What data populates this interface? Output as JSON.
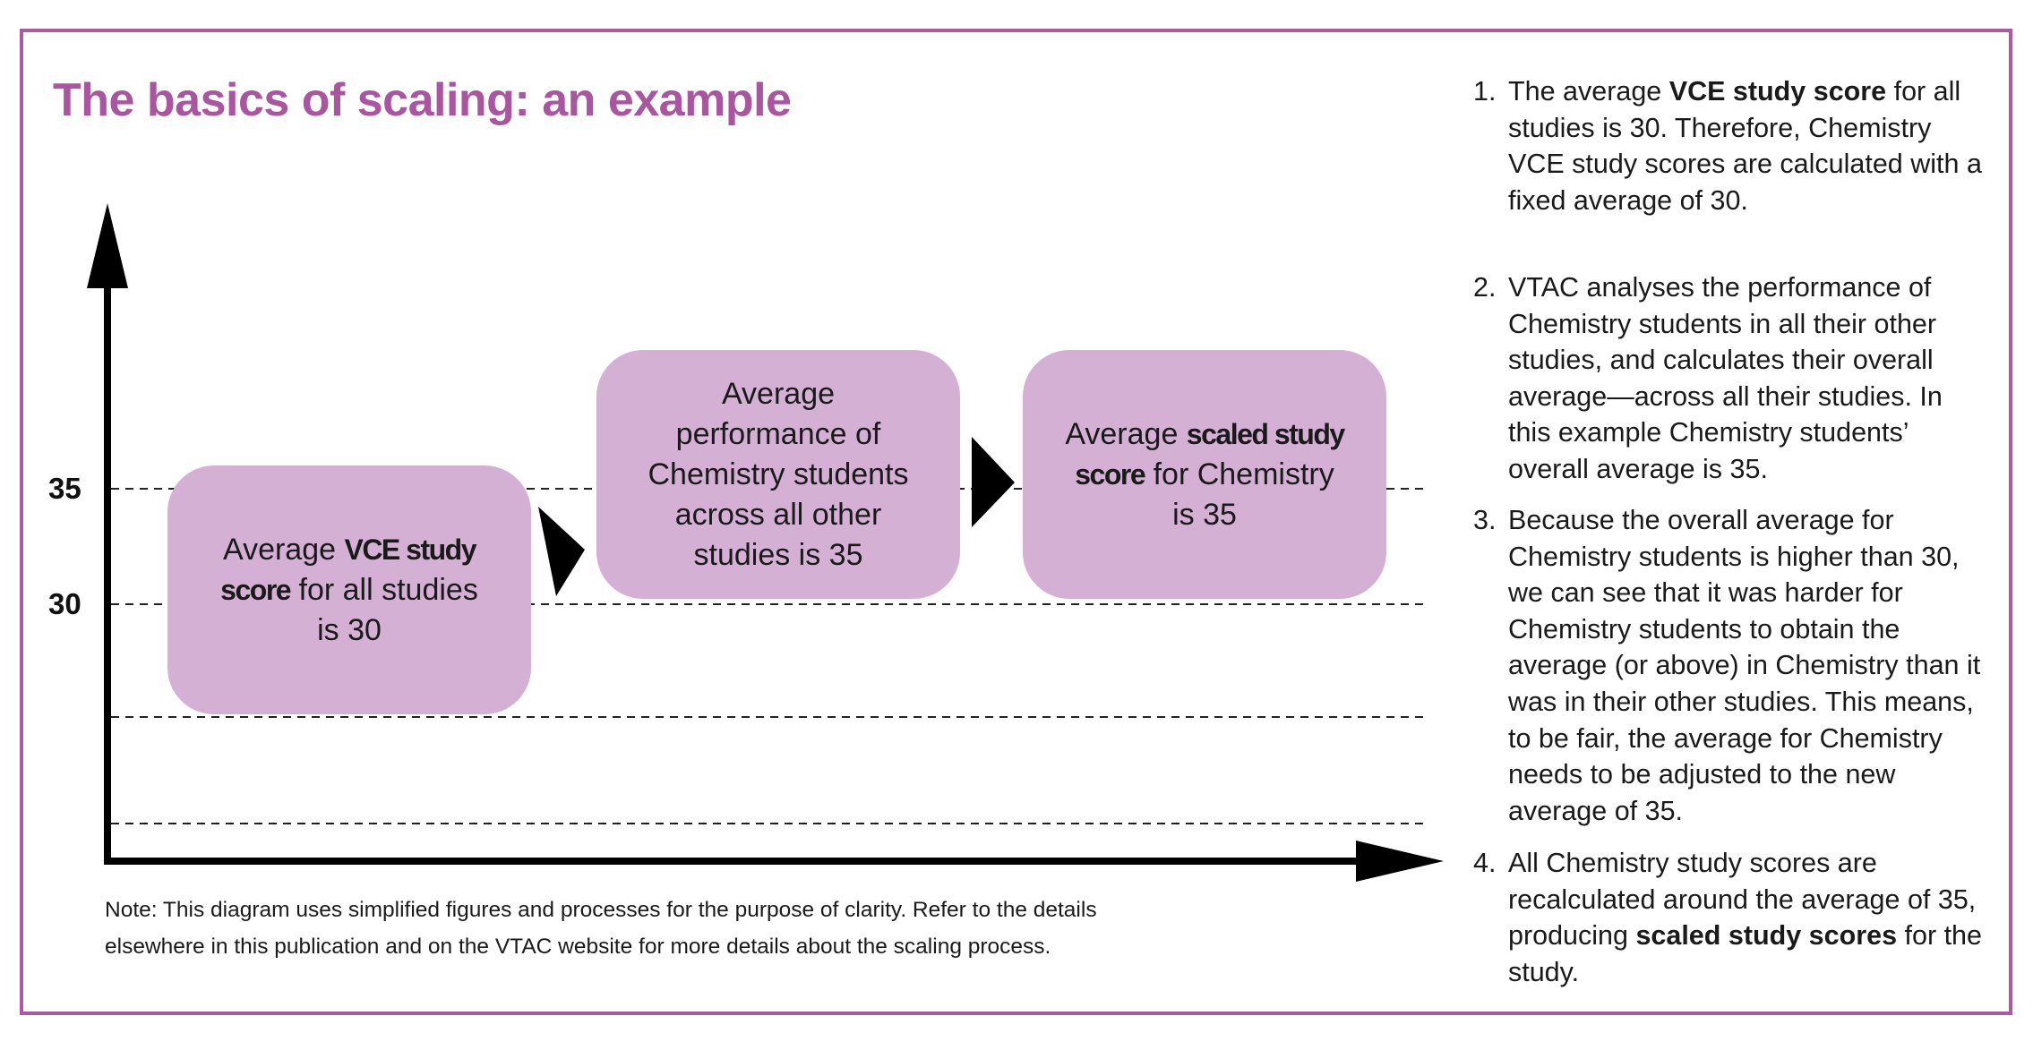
{
  "title": "The basics of scaling: an example",
  "colors": {
    "accent": "#a9559f",
    "box_fill": "#d5b0d5",
    "border": "#ab5aa2"
  },
  "y_labels": [
    "35",
    "30"
  ],
  "boxes": [
    {
      "lines": [
        [
          {
            "t": "Average "
          },
          {
            "t": "VCE study",
            "b": true
          }
        ],
        [
          {
            "t": "score",
            "b": true
          },
          {
            "t": " for all studies"
          }
        ],
        [
          {
            "t": "is 30"
          }
        ]
      ]
    },
    {
      "lines": [
        [
          {
            "t": "Average"
          }
        ],
        [
          {
            "t": "performance of"
          }
        ],
        [
          {
            "t": "Chemistry students"
          }
        ],
        [
          {
            "t": "across all other"
          }
        ],
        [
          {
            "t": "studies is 35"
          }
        ]
      ]
    },
    {
      "lines": [
        [
          {
            "t": "Average "
          },
          {
            "t": "scaled study",
            "b": true
          }
        ],
        [
          {
            "t": "score",
            "b": true
          },
          {
            "t": " for Chemistry"
          }
        ],
        [
          {
            "t": "is 35"
          }
        ]
      ]
    }
  ],
  "note": {
    "line1": "Note: This diagram uses simplified figures and processes for the purpose of clarity. Refer to the details",
    "line2": "elsewhere in this publication and on the VTAC website for more details about the scaling process."
  },
  "steps": [
    {
      "num": "1.",
      "parts": [
        "The average ",
        "VCE study score",
        " for all studies is 30. Therefore, Chemistry VCE study scores are calculated with a fixed average of 30."
      ]
    },
    {
      "num": "2.",
      "parts": [
        "VTAC analyses the performance of Chemistry students in all their other studies, and calculates their overall average—across all their studies. In this example Chemistry students’ overall average is 35."
      ]
    },
    {
      "num": "3.",
      "parts": [
        "Because the overall average for Chemistry students is higher than 30, we can see that it was harder for Chemistry students to obtain the average (or above) in Chemistry than it was in their other studies. This means, to be fair, the average for Chemistry needs to be adjusted to the new average of 35."
      ]
    },
    {
      "num": "4.",
      "parts": [
        "All Chemistry study scores are recalculated around the average of 35, producing ",
        "scaled study scores",
        " for the study."
      ]
    }
  ]
}
